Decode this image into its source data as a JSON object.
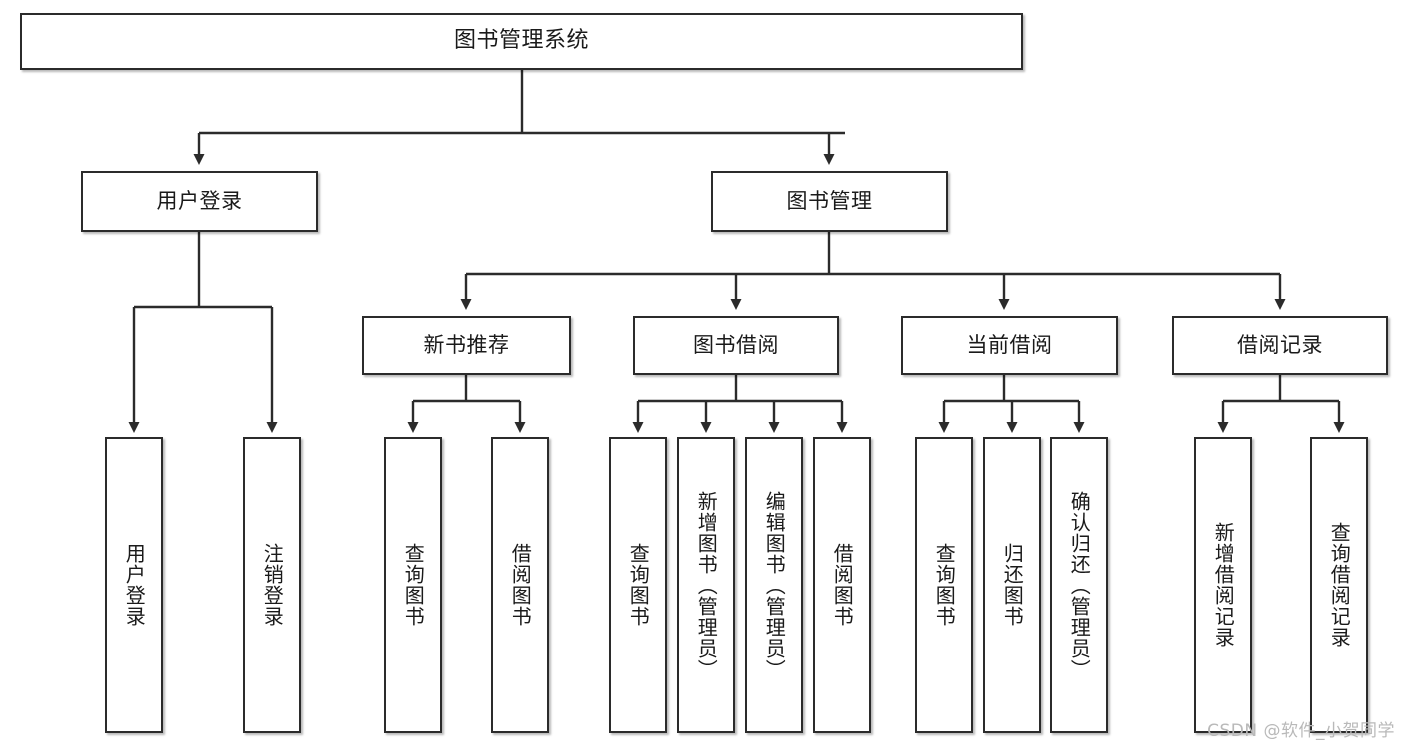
{
  "diagram": {
    "title": "图书管理系统",
    "watermark": "CSDN @软件_小贺同学",
    "line_color": "#2b2b2b",
    "box_border_color": "#2b2b2b",
    "background_color": "#ffffff",
    "nodes": {
      "root": {
        "label": "图书管理系统"
      },
      "level2": [
        {
          "label": "用户登录"
        },
        {
          "label": "图书管理"
        }
      ],
      "level3": [
        {
          "label": "新书推荐"
        },
        {
          "label": "图书借阅"
        },
        {
          "label": "当前借阅"
        },
        {
          "label": "借阅记录"
        }
      ],
      "leaves_user_login": [
        {
          "label": "用户登录"
        },
        {
          "label": "注销登录"
        }
      ],
      "leaves_new_book": [
        {
          "label": "查询图书"
        },
        {
          "label": "借阅图书"
        }
      ],
      "leaves_borrow": [
        {
          "label": "查询图书"
        },
        {
          "label": "新增图书（管理员）"
        },
        {
          "label": "编辑图书（管理员）"
        },
        {
          "label": "借阅图书"
        }
      ],
      "leaves_current": [
        {
          "label": "查询图书"
        },
        {
          "label": "归还图书"
        },
        {
          "label": "确认归还（管理员）"
        }
      ],
      "leaves_record": [
        {
          "label": "新增借阅记录"
        },
        {
          "label": "查询借阅记录"
        }
      ]
    }
  }
}
